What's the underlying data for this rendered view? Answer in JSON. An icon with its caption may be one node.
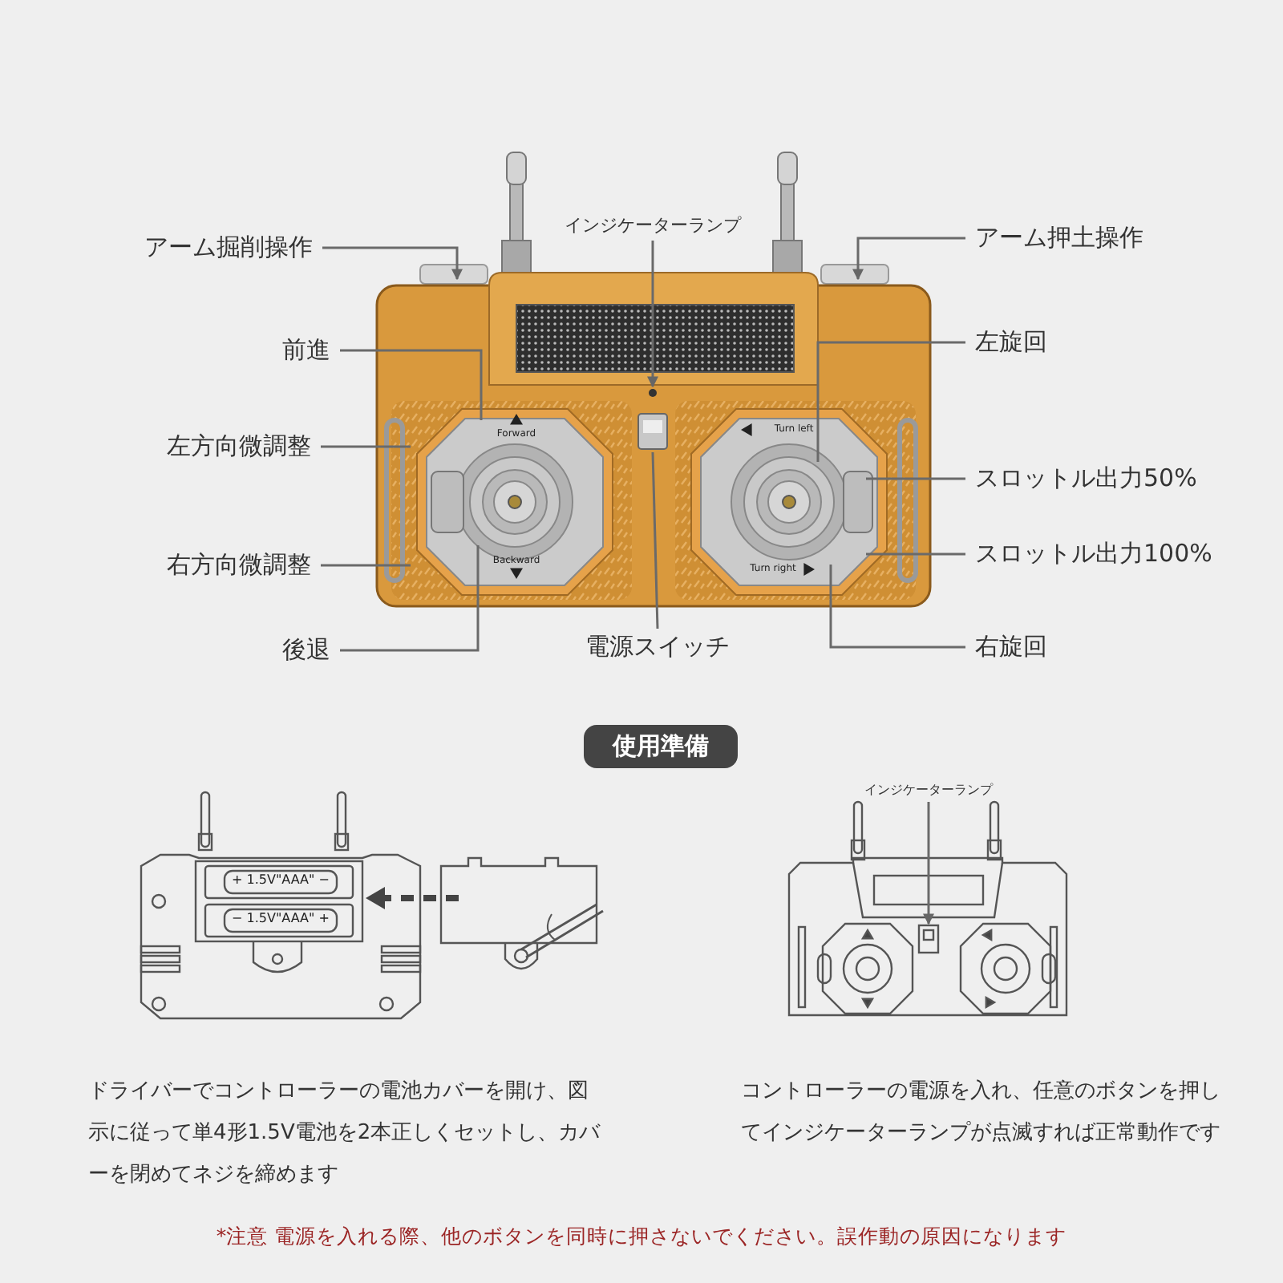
{
  "diagram": {
    "nodes": [
      {
        "text": [
          "アーム掘削操作"
        ]
      },
      {
        "text": [
          "インジケーターランプ"
        ]
      },
      {
        "text": [
          "アーム押土操作"
        ]
      },
      {
        "text": [
          "前進"
        ]
      },
      {
        "text": [
          "左旋回"
        ]
      },
      {
        "text": [
          "左方向微調整"
        ]
      },
      {
        "text": [
          "スロットル出力50%"
        ]
      },
      {
        "text": [
          "右方向微調整"
        ]
      },
      {
        "text": [
          "スロットル出力100%"
        ]
      },
      {
        "text": [
          "後退"
        ]
      },
      {
        "text": [
          "電源スイッチ"
        ]
      },
      {
        "text": [
          "右旋回"
        ]
      },
      {
        "text": [
          "使用準備"
        ]
      },
      {
        "text": [
          "インジケーターランプ"
        ]
      }
    ],
    "edges": [
      {
        "from": 0,
        "to": null,
        "arrow": "to"
      },
      {
        "from": 1,
        "to": null,
        "arrow": "to"
      },
      {
        "from": 2,
        "to": null,
        "arrow": "to"
      },
      {
        "from": 3,
        "to": null,
        "arrow": "none"
      },
      {
        "from": 4,
        "to": null,
        "arrow": "none"
      },
      {
        "from": 5,
        "to": null,
        "arrow": "none"
      },
      {
        "from": 6,
        "to": null,
        "arrow": "none"
      },
      {
        "from": 7,
        "to": null,
        "arrow": "none"
      },
      {
        "from": 8,
        "to": null,
        "arrow": "none"
      },
      {
        "from": 9,
        "to": null,
        "arrow": "none"
      },
      {
        "from": 10,
        "to": null,
        "arrow": "none"
      },
      {
        "from": 11,
        "to": null,
        "arrow": "none"
      },
      {
        "from": 13,
        "to": null,
        "arrow": "to"
      }
    ],
    "labels": [
      "Forward",
      "Turn left",
      "Backward",
      "Turn right",
      "+ 1.5V\"AAA\" −",
      "− 1.5V\"AAA\" +",
      "ドライバーでコントローラーの電池カバーを開け、図示に従って単4形1.5V電池を2本正しくセットし、カバーを閉めてネジを締めます",
      "コントローラーの電源を入れ、任意のボタンを押してインジケーターランプが点滅すれば正常動作です",
      "*注意 電源を入れる際、他のボタンを同時に押さないでください。誤作動の原因になります"
    ]
  }
}
